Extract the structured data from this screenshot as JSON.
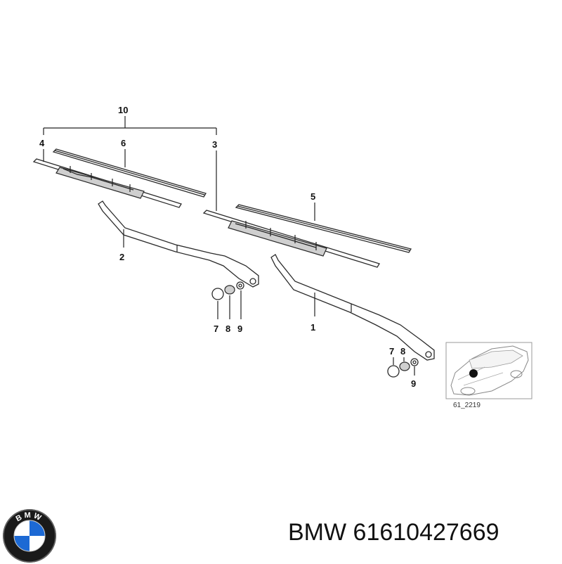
{
  "callouts": {
    "p10": "10",
    "p4": "4",
    "p6": "6",
    "p3": "3",
    "p5": "5",
    "p2": "2",
    "p1": "1",
    "p7a": "7",
    "p8a": "8",
    "p9a": "9",
    "p7b": "7",
    "p8b": "8",
    "p9b": "9"
  },
  "inset": {
    "code": "61_2219",
    "icon": "car-location-icon"
  },
  "logo": {
    "letters": "BMW",
    "icon": "bmw-roundel-icon",
    "colors": {
      "blue": "#1c69d4",
      "black": "#111111",
      "white": "#ffffff"
    }
  },
  "footer": {
    "title": "BMW 61610427669"
  }
}
